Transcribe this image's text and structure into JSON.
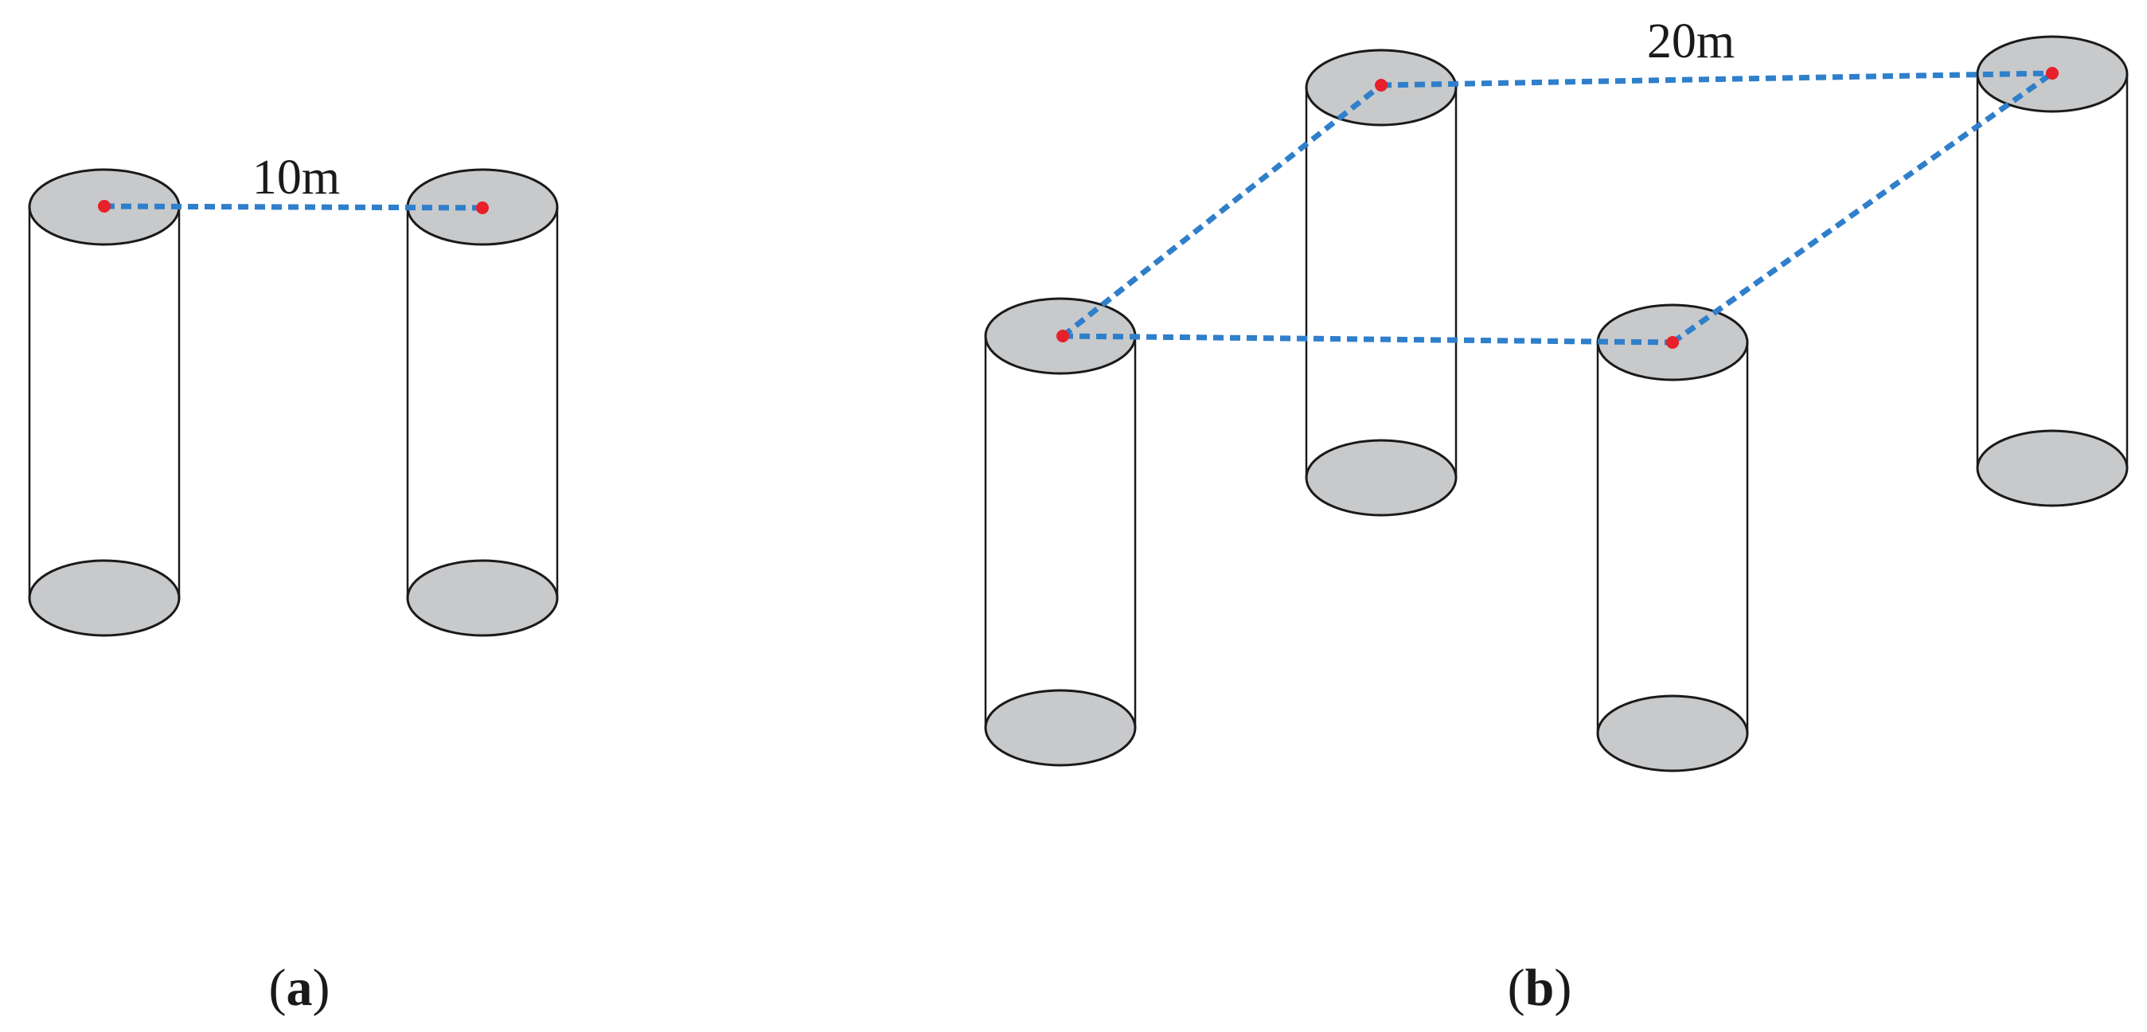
{
  "colors": {
    "cap_fill": "#c8c9cb",
    "outline": "#1a1a1a",
    "dash_line": "#2f7fcb",
    "marker": "#e8202a",
    "background": "#ffffff"
  },
  "panel_a": {
    "distance_label": "10m",
    "label": {
      "open": "(",
      "letter": "a",
      "close": ")"
    }
  },
  "panel_b": {
    "distance_label": "20m",
    "label": {
      "open": "(",
      "letter": "b",
      "close": ")"
    }
  }
}
